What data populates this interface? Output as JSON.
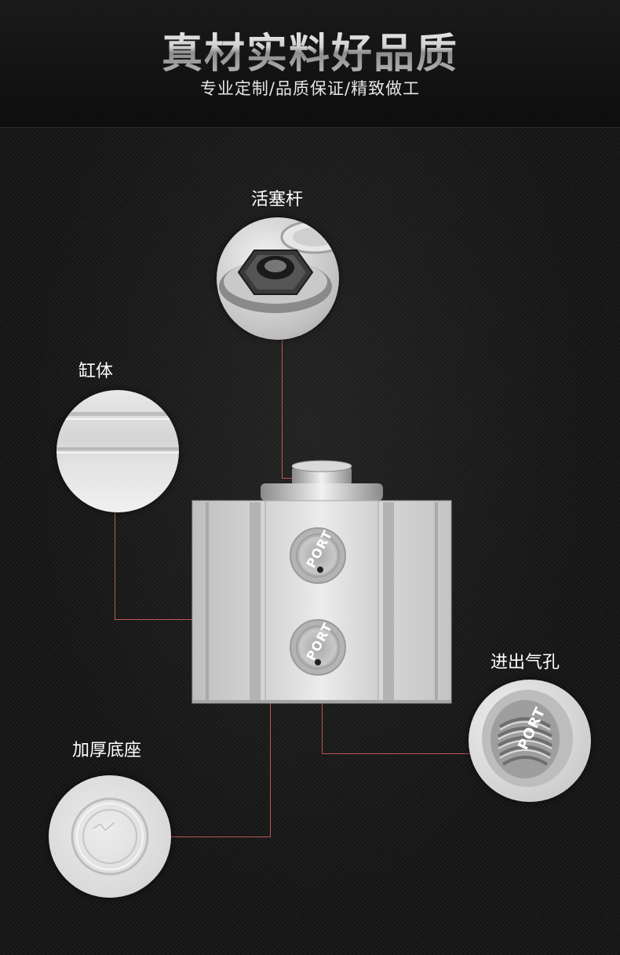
{
  "header": {
    "title": "真材实料好品质",
    "subtitle": "专业定制/品质保证/精致做工"
  },
  "callouts": {
    "piston_rod": "活塞杆",
    "cylinder_body": "缸体",
    "air_port": "进出气孔",
    "thick_base": "加厚底座"
  },
  "product": {
    "port_marking_top": "PORT",
    "port_marking_bottom": "PORT",
    "port_marking_detail": "PORT"
  },
  "colors": {
    "background": "#141414",
    "leader_line": "#b85a50",
    "aluminum": "#d6d6d6"
  }
}
